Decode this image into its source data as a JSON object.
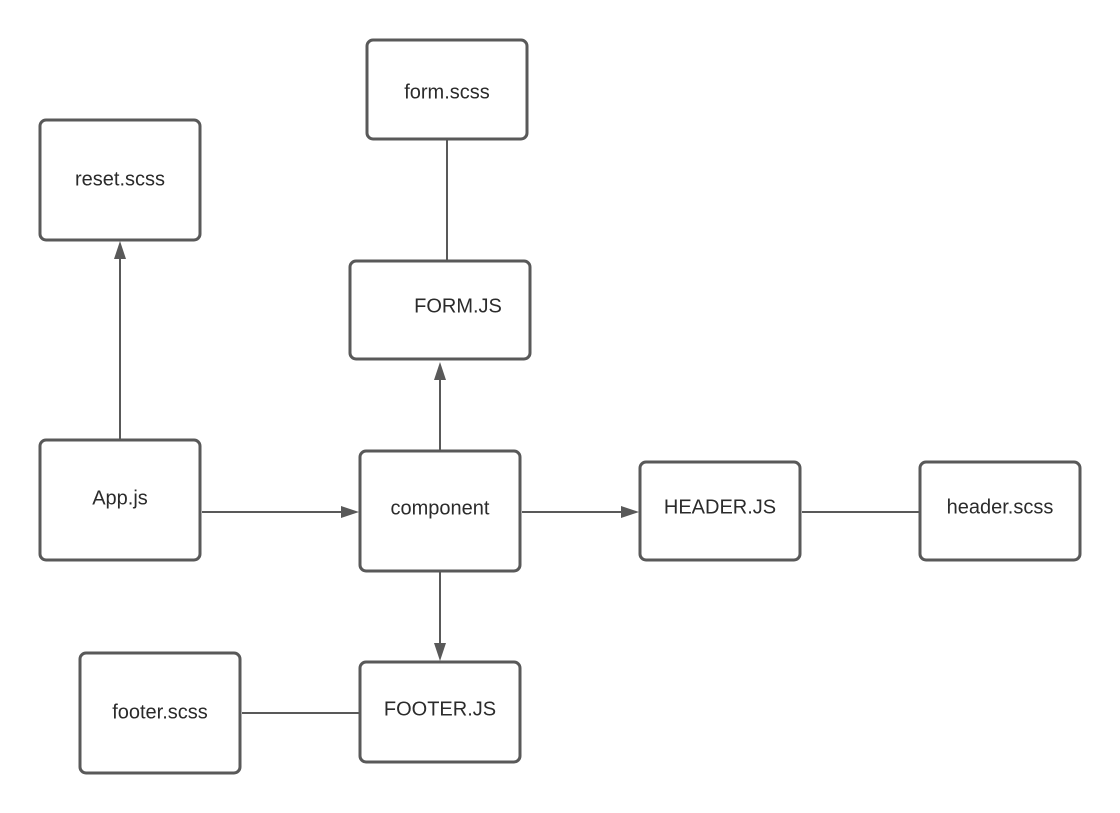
{
  "diagram": {
    "nodes": {
      "form_scss": "form.scss",
      "reset_scss": "reset.scss",
      "form_js": "FORM.JS",
      "app_js": "App.js",
      "component": "component",
      "header_js": "HEADER.JS",
      "header_scss": "header.scss",
      "footer_scss": "footer.scss",
      "footer_js": "FOOTER.JS"
    },
    "edges": [
      {
        "from": "app_js",
        "to": "reset_scss",
        "arrow": true
      },
      {
        "from": "app_js",
        "to": "component",
        "arrow": true
      },
      {
        "from": "component",
        "to": "form_js",
        "arrow": true
      },
      {
        "from": "form_js",
        "to": "form_scss",
        "arrow": false
      },
      {
        "from": "component",
        "to": "header_js",
        "arrow": true
      },
      {
        "from": "header_js",
        "to": "header_scss",
        "arrow": false
      },
      {
        "from": "component",
        "to": "footer_js",
        "arrow": true
      },
      {
        "from": "footer_js",
        "to": "footer_scss",
        "arrow": false
      }
    ],
    "colors": {
      "stroke": "#595959",
      "text": "#2b2b2b",
      "background": "#ffffff"
    }
  }
}
